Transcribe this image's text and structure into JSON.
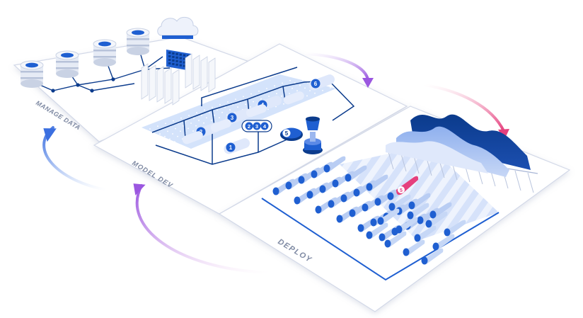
{
  "stages": [
    {
      "id": "manage",
      "label": "MANAGE DATA"
    },
    {
      "id": "model",
      "label": "MODEL DEV"
    },
    {
      "id": "deploy",
      "label": "DEPLOY"
    }
  ],
  "model_nodes": [
    "1",
    "2",
    "3",
    "4",
    "5",
    "6"
  ],
  "badge_numbers": [
    "2",
    "3",
    "4"
  ],
  "deploy_node": "5",
  "colors": {
    "panel": "#ffffff",
    "panel_edge": "#cfd6e6",
    "blue_dark": "#0b3b8c",
    "blue": "#1f5fd1",
    "blue_light": "#b9cdf3",
    "stripe": "#dbe6fb",
    "arrow_blue": "#3b6fe0",
    "arrow_purple": "#9b57e0",
    "arrow_pink": "#e5407d"
  },
  "icons": [
    "database-icon",
    "cloud-icon",
    "server-rack-icon",
    "trophy-icon"
  ]
}
